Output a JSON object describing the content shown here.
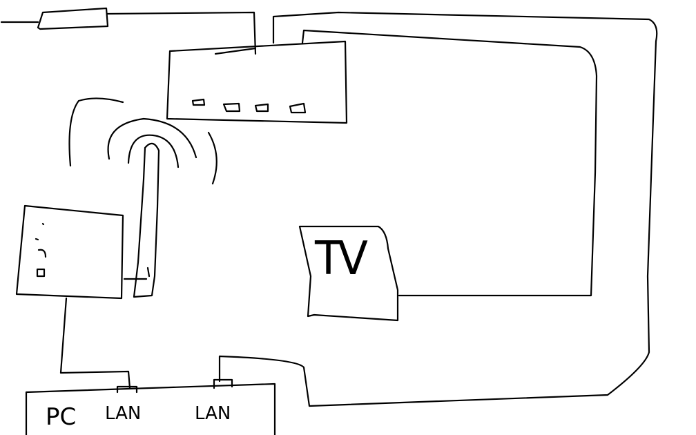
{
  "labels": {
    "tv": "TV",
    "pc": "PC",
    "lan_left": "LAN",
    "lan_right": "LAN"
  },
  "colors": {
    "ink": "#000000",
    "background": "#ffffff"
  }
}
